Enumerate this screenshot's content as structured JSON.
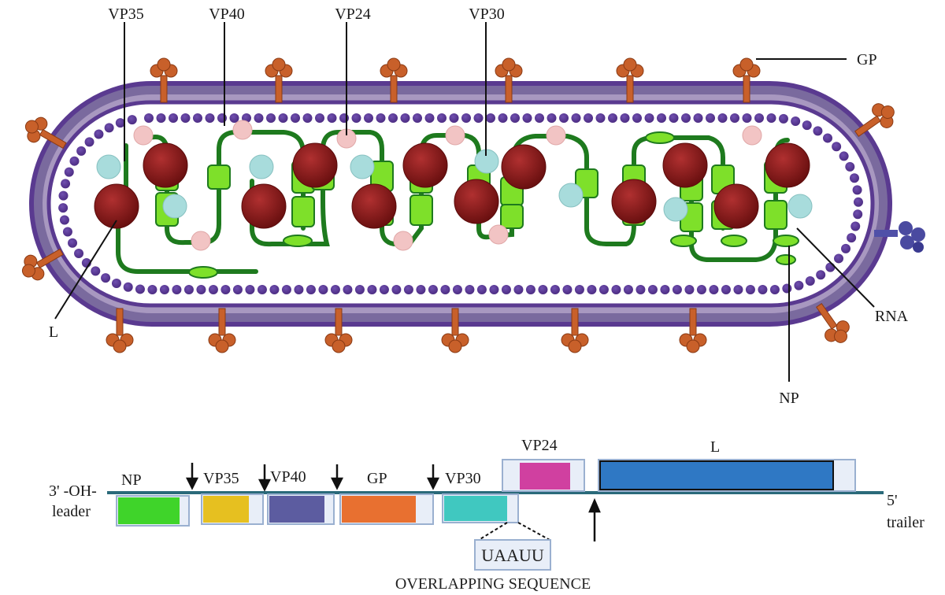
{
  "virion": {
    "labels": {
      "vp35": "VP35",
      "vp40": "VP40",
      "vp24": "VP24",
      "vp30": "VP30",
      "gp": "GP",
      "l": "L",
      "rna": "RNA",
      "np": "NP"
    }
  },
  "genome": {
    "left_end_line1": "3' -OH-",
    "left_end_line2": "leader",
    "right_end_line1": "5'",
    "right_end_line2": "trailer",
    "genes": [
      {
        "label": "NP",
        "color": "#3fd42a"
      },
      {
        "label": "VP35",
        "color": "#e6c020"
      },
      {
        "label": "VP40",
        "color": "#5c5ca0"
      },
      {
        "label": "GP",
        "color": "#e87030"
      },
      {
        "label": "VP30",
        "color": "#40c8c0"
      },
      {
        "label": "VP24",
        "color": "#d040a0"
      },
      {
        "label": "L",
        "color": "#2f78c4"
      }
    ],
    "overlap_seq": "UAAUU",
    "overlap_caption": "OVERLAPPING SEQUENCE"
  },
  "colors": {
    "envelope": "#6a4a9a",
    "envelope_fill": "#9888b8",
    "glycoprotein": "#c8602a",
    "matrix_dot": "#5a3a90",
    "nucleocapsid": "#1e7a1e",
    "np_segment": "#7ee02a",
    "l_protein": "#8a1a1a",
    "vp35_dot": "#a8dcdc",
    "vp30_dot": "#f2c4c4",
    "genome_line": "#2a6a7a"
  }
}
